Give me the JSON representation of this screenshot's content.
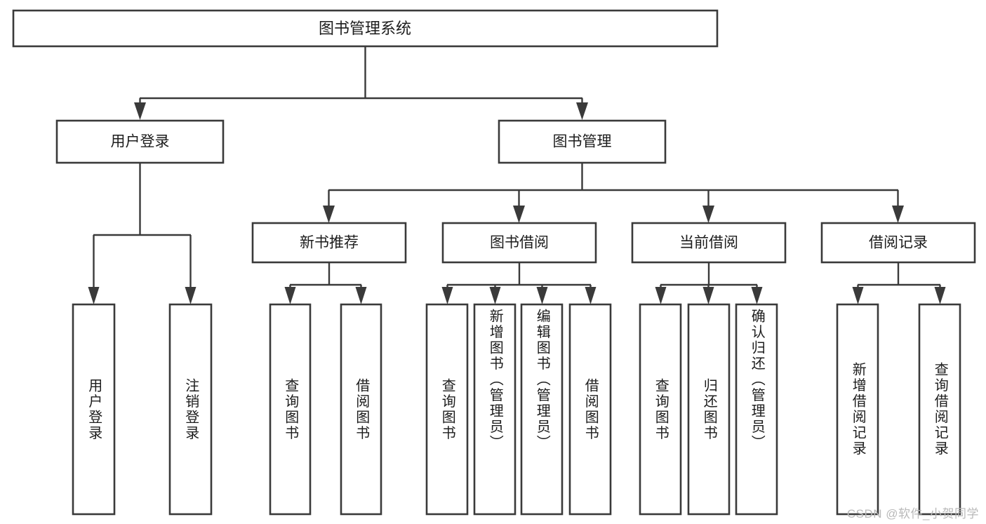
{
  "diagram": {
    "type": "hierarchy-tree",
    "title_node": {
      "label": "图书管理系统"
    },
    "level2": [
      {
        "id": "user-login",
        "label": "用户登录"
      },
      {
        "id": "book-management",
        "label": "图书管理"
      }
    ],
    "level3": [
      {
        "id": "new-book-recommend",
        "label": "新书推荐",
        "parent": "book-management"
      },
      {
        "id": "book-borrow",
        "label": "图书借阅",
        "parent": "book-management"
      },
      {
        "id": "current-borrow",
        "label": "当前借阅",
        "parent": "book-management"
      },
      {
        "id": "borrow-record",
        "label": "借阅记录",
        "parent": "book-management"
      }
    ],
    "leaves": [
      {
        "id": "leaf-user-login",
        "label": "用户登录",
        "parent": "user-login"
      },
      {
        "id": "leaf-logout-login",
        "label": "注销登录",
        "parent": "user-login"
      },
      {
        "id": "leaf-query-book-1",
        "label": "查询图书",
        "parent": "new-book-recommend"
      },
      {
        "id": "leaf-borrow-book-1",
        "label": "借阅图书",
        "parent": "new-book-recommend"
      },
      {
        "id": "leaf-query-book-2",
        "label": "查询图书",
        "parent": "book-borrow"
      },
      {
        "id": "leaf-add-book",
        "label": "新增图书（管理员）",
        "parent": "book-borrow"
      },
      {
        "id": "leaf-edit-book",
        "label": "编辑图书（管理员）",
        "parent": "book-borrow"
      },
      {
        "id": "leaf-borrow-book-2",
        "label": "借阅图书",
        "parent": "book-borrow"
      },
      {
        "id": "leaf-query-book-3",
        "label": "查询图书",
        "parent": "current-borrow"
      },
      {
        "id": "leaf-return-book",
        "label": "归还图书",
        "parent": "current-borrow"
      },
      {
        "id": "leaf-confirm-return",
        "label": "确认归还（管理员）",
        "parent": "current-borrow"
      },
      {
        "id": "leaf-add-record",
        "label": "新增借阅记录",
        "parent": "borrow-record"
      },
      {
        "id": "leaf-query-record",
        "label": "查询借阅记录",
        "parent": "borrow-record"
      }
    ],
    "colors": {
      "stroke": "#3a3a3a",
      "fill": "#ffffff",
      "text": "#1c1c1c",
      "watermark": "#b9b9b9"
    }
  },
  "watermark": {
    "text": "CSDN @软件_小贺同学"
  }
}
